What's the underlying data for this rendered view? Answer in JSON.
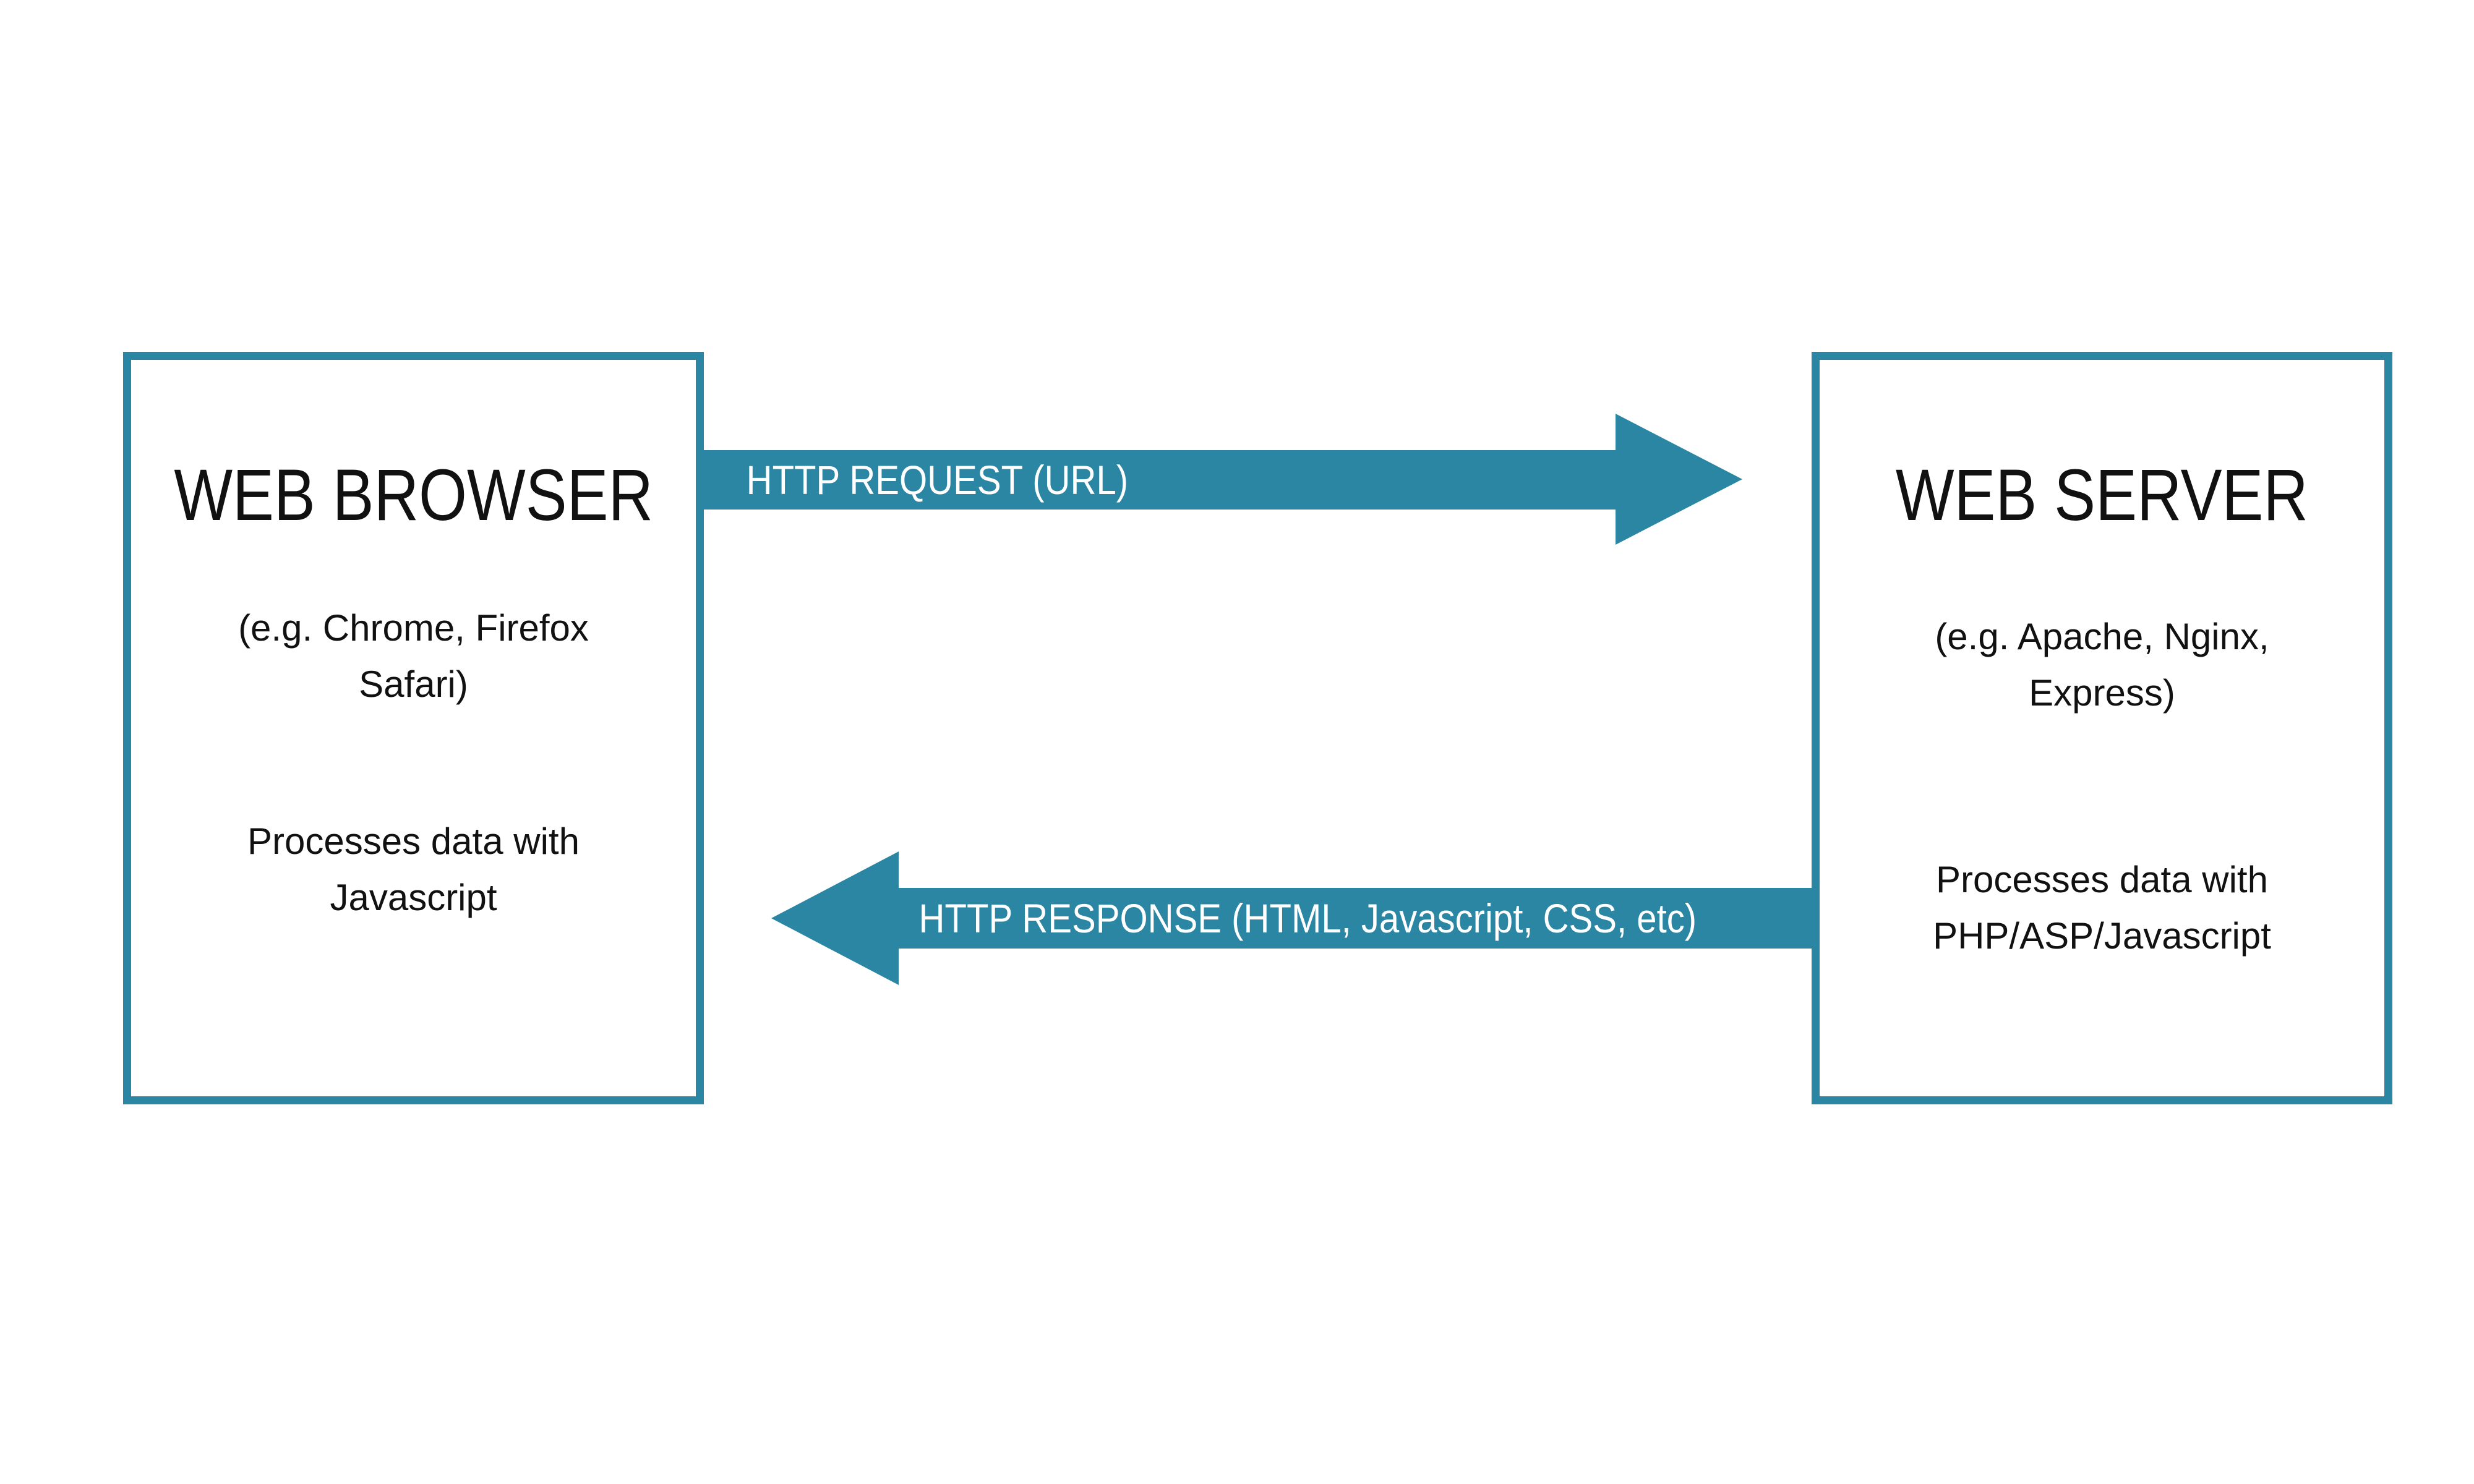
{
  "colors": {
    "accent_teal": "#2b86a4",
    "text_black": "#111111",
    "arrow_label_white": "#ffffff",
    "background": "#ffffff"
  },
  "browser_box": {
    "title": "WEB BROWSER",
    "subtitle_line1": "(e.g. Chrome, Firefox",
    "subtitle_line2": "Safari)",
    "body_line1": "Processes data with",
    "body_line2": "Javascript"
  },
  "server_box": {
    "title": "WEB SERVER",
    "subtitle_line1": "(e.g. Apache, Nginx,",
    "subtitle_line2": "Express)",
    "body_line1": "Processes data with",
    "body_line2": "PHP/ASP/Javascript"
  },
  "request_arrow": {
    "label": "HTTP REQUEST (URL)",
    "direction": "right"
  },
  "response_arrow": {
    "label": "HTTP RESPONSE (HTML, Javascript, CSS, etc)",
    "direction": "left"
  }
}
